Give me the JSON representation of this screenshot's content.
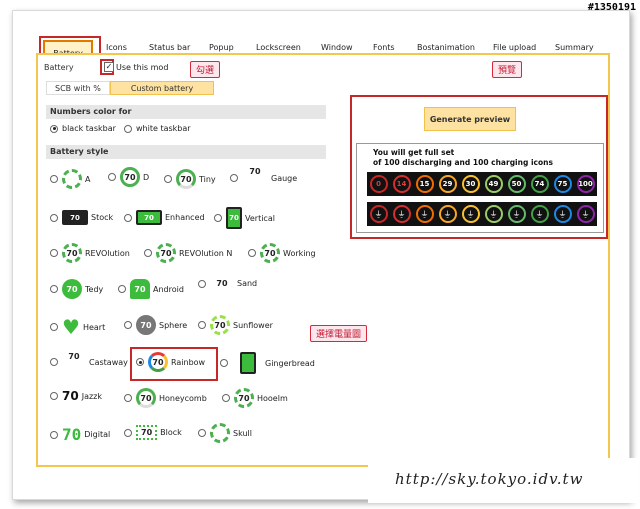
{
  "watermark_id": "#1350191",
  "tabs": [
    "Battery",
    "Icons",
    "Status bar",
    "Popup",
    "Lockscreen",
    "Window",
    "Fonts",
    "Bostanimation",
    "File upload",
    "Summary"
  ],
  "battery_label": "Battery",
  "use_this_mod": "Use this mod",
  "callout_check": "勾選",
  "callout_preview": "預覽",
  "callout_rainbow": "選擇電量圖",
  "subtabs": [
    "SCB with %",
    "Custom battery"
  ],
  "numbers_color_title": "Numbers color for",
  "taskbar_options": [
    "black taskbar",
    "white taskbar"
  ],
  "battery_style_title": "Battery style",
  "styles": {
    "row1": [
      "A",
      "D",
      "Tiny",
      "Gauge"
    ],
    "row2": [
      "Stock",
      "Enhanced",
      "Vertical"
    ],
    "row3": [
      "REVOlution",
      "REVOlution N",
      "Working"
    ],
    "row4": [
      "Tedy",
      "Android",
      "Sand"
    ],
    "row5": [
      "Heart",
      "Sphere",
      "Sunflower"
    ],
    "row6": [
      "Castaway",
      "Rainbow",
      "Gingerbread"
    ],
    "row7": [
      "Jazzk",
      "Honeycomb",
      "Hooelm"
    ],
    "row8": [
      "Digital",
      "Block",
      "Skull"
    ]
  },
  "icon_number": "70",
  "generate_preview": "Generate preview",
  "preview_text_1": "You will get full set",
  "preview_text_2": "of 100 discharging and 100 charging icons",
  "preview_levels": [
    "0",
    "14",
    "15",
    "29",
    "30",
    "49",
    "50",
    "74",
    "75",
    "100"
  ],
  "watermark_url": "http://sky.tokyo.idv.tw"
}
